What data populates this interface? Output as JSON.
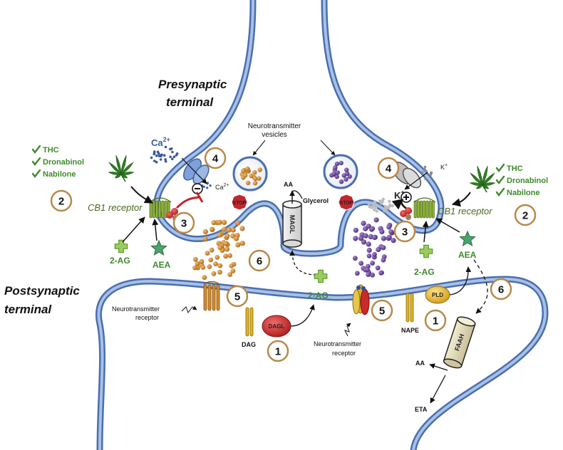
{
  "labels": {
    "presynaptic": "Presynaptic",
    "presynaptic_terminal": "terminal",
    "postsynaptic": "Postsynaptic",
    "postsynaptic_terminal": "terminal",
    "nt_vesicles_1": "Neurotransmitter",
    "nt_vesicles_2": "vesicles",
    "nt_receptor_left_1": "Neurotransmitter",
    "nt_receptor_left_2": "receptor",
    "nt_receptor_right_1": "Neurotransmitter",
    "nt_receptor_right_2": "receptor",
    "ca": "Ca",
    "ca_sup": "2+",
    "ca_small": "Ca",
    "ca_small_sup": "2+",
    "k_big": "K",
    "k_big_sup": "+",
    "k_small": "K",
    "k_small_sup": "+",
    "stop_left": "STOP",
    "stop_right": "STOP",
    "aa_top": "AA",
    "glycerol": "Glycerol",
    "magl": "MAGL",
    "dagl": "DAGL",
    "dag": "DAG",
    "pld": "PLD",
    "nape": "NAPE",
    "faah": "FAAH",
    "aa_bottom": "AA",
    "eta": "ETA",
    "two_ag_left": "2-AG",
    "aea_left": "AEA",
    "two_ag_mid": "2-AG",
    "two_ag_right": "2-AG",
    "aea_right": "AEA",
    "cb1_left": "CB1 receptor",
    "cb1_right": "CB1 receptor"
  },
  "drugs_left": [
    "THC",
    "Dronabinol",
    "Nabilone"
  ],
  "drugs_right": [
    "THC",
    "Dronabinol",
    "Nabilone"
  ],
  "steps": {
    "s2_left": "2",
    "s3_left": "3",
    "s4_left": "4",
    "s6_left": "6",
    "s5_left": "5",
    "s1_left": "1",
    "s5_right": "5",
    "s4_right": "4",
    "s3_right": "3",
    "s2_right": "2",
    "s1_right": "1",
    "s6_right": "6"
  },
  "colors": {
    "membrane": "#6f93cf",
    "membrane_dark": "#4a6fb0",
    "orange_particle": "#c9892f",
    "purple_particle": "#6b4a9a",
    "green_drug": "#3f8a2c",
    "stop_red": "#c0272d",
    "step_ring": "#b8894a"
  }
}
